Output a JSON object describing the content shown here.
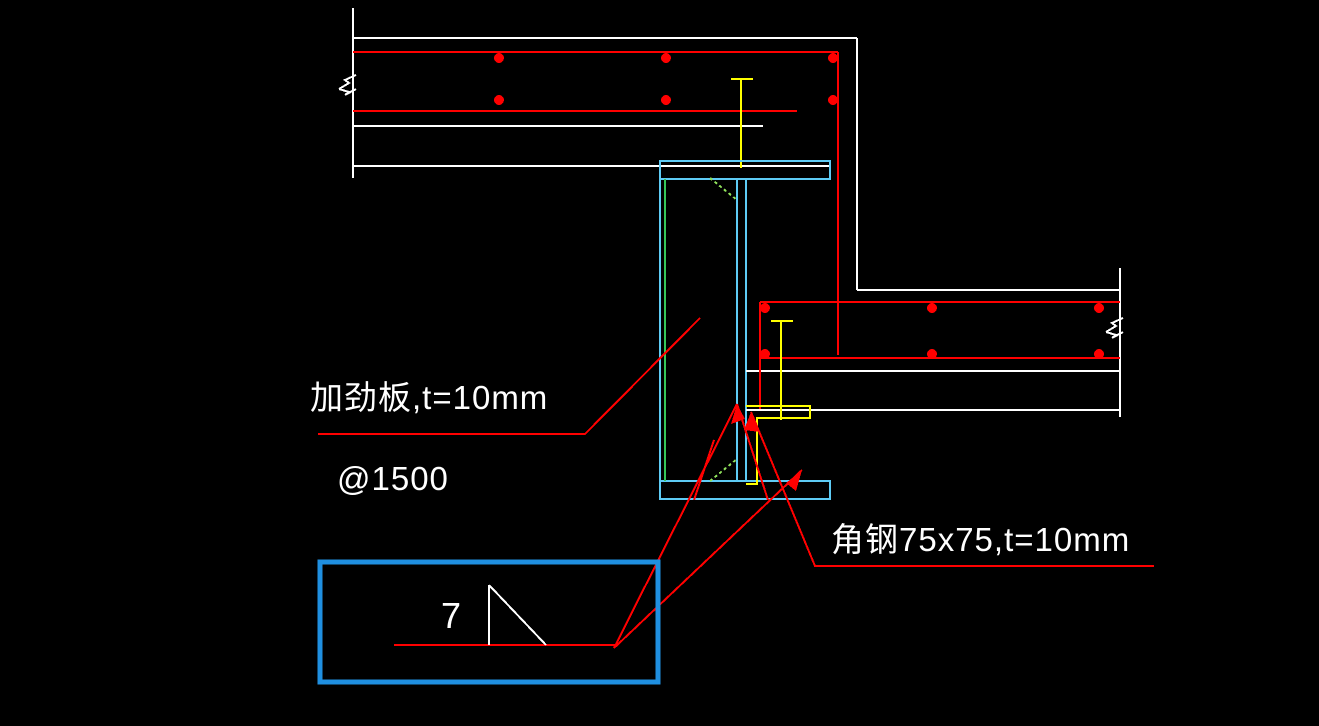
{
  "drawing": {
    "title": "Steel beam-column connection detail",
    "background_color": "#000000",
    "layer_colors": {
      "concrete_outline": "#ffffff",
      "rebar": "#ff0000",
      "steel_section": "#5ecbf5",
      "stiffener_plate": "#ffff00",
      "web_line": "#35c65a",
      "highlight_box": "#1f8fe0",
      "leader": "#ff0000",
      "text": "#ffffff"
    }
  },
  "annotations": {
    "stiffener_label": "加劲板,t=10mm",
    "stiffener_spacing": "@1500",
    "angle_label": "角钢75x75,t=10mm"
  },
  "weld_detail": {
    "size": "7",
    "symbol": "fillet-weld",
    "box_color": "#1f8fe0"
  },
  "elements": {
    "top_slab": {
      "name": "upper concrete slab",
      "break_symbol": "zigzag-break",
      "rebar_dot_count": 6
    },
    "right_slab": {
      "name": "lower-right concrete slab",
      "break_symbol": "zigzag-break",
      "rebar_dot_count": 6
    },
    "column": {
      "name": "steel I-section column",
      "stiffener_indicator": "green-dashed-diagonal"
    },
    "angle_bracket": {
      "name": "angle steel L75x75 t=10",
      "color": "#ffff00"
    }
  }
}
